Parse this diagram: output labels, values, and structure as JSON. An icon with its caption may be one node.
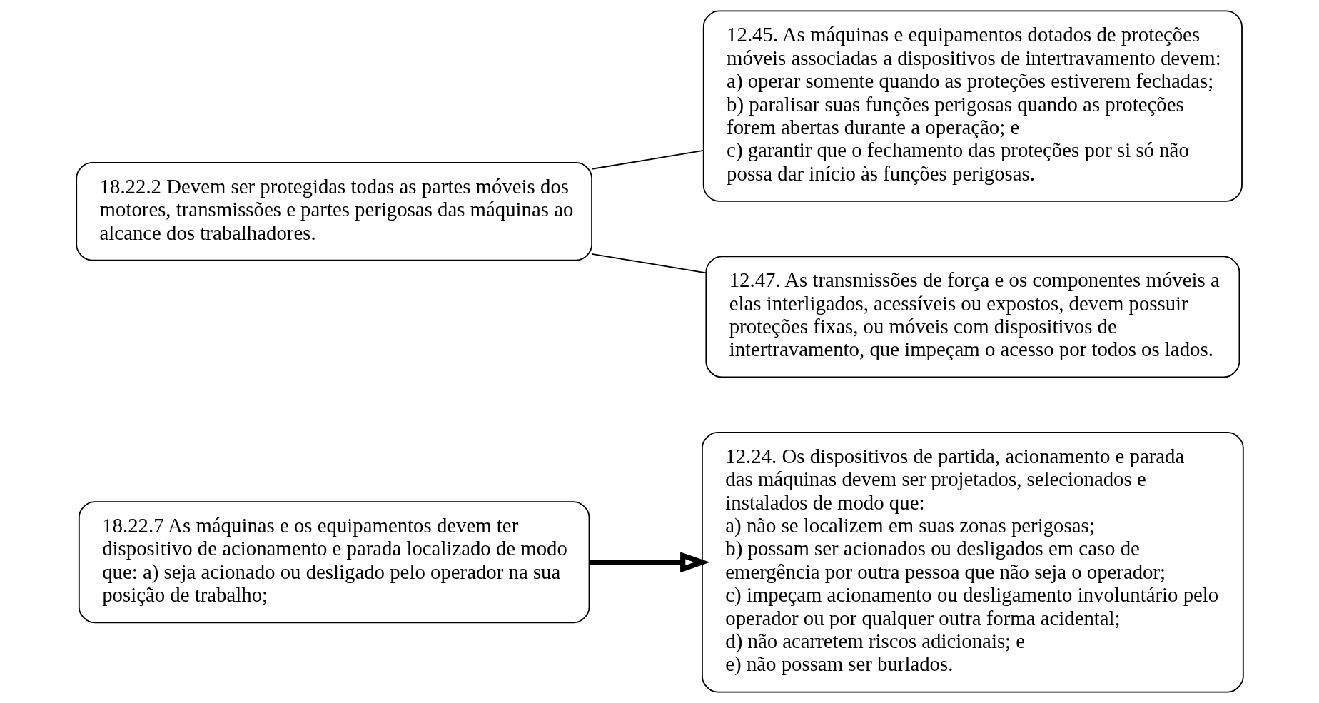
{
  "diagram": {
    "nodes": [
      {
        "text": [
          "18.22.7 As máquinas e os equipamentos devem ter dispositivo de acionamento e parada localizado de modo que: a) seja acionado ou desligado pelo operador na sua posição de trabalho;"
        ]
      },
      {
        "text": [
          "12.24. Os dispositivos de partida, acionamento e parada das máquinas devem ser projetados, selecionados e instalados de modo que:",
          "a) não se localizem em suas zonas perigosas;",
          "b) possam ser acionados ou desligados em caso de emergência por outra pessoa que não seja o operador;",
          "c) impeçam acionamento ou desligamento involuntário pelo operador ou por qualquer outra forma acidental;",
          "d) não acarretem riscos adicionais; e",
          "e) não possam ser burlados."
        ]
      },
      {
        "text": [
          "18.22.2 Devem ser protegidas todas as partes móveis dos motores, transmissões e partes perigosas das máquinas ao alcance dos trabalhadores."
        ]
      },
      {
        "text": [
          "12.45. As máquinas e equipamentos dotados de proteções móveis associadas a dispositivos de intertravamento devem:",
          "a) operar somente quando as proteções estiverem fechadas;",
          "b) paralisar suas funções perigosas quando as proteções forem abertas durante a operação; e",
          "c) garantir que o fechamento das proteções por si só não possa dar início às funções perigosas."
        ]
      },
      {
        "text": [
          "12.47. As transmissões de força e os componentes móveis a elas interligados, acessíveis ou expostos, devem possuir proteções fixas, ou móveis com dispositivos de intertravamento, que impeçam o acesso por todos os lados."
        ]
      }
    ],
    "edges": [
      {
        "from": 0,
        "to": 1,
        "arrow": "to",
        "style": "thick"
      },
      {
        "from": 2,
        "to": 3,
        "arrow": "none"
      },
      {
        "from": 2,
        "to": 4,
        "arrow": "none"
      }
    ]
  }
}
